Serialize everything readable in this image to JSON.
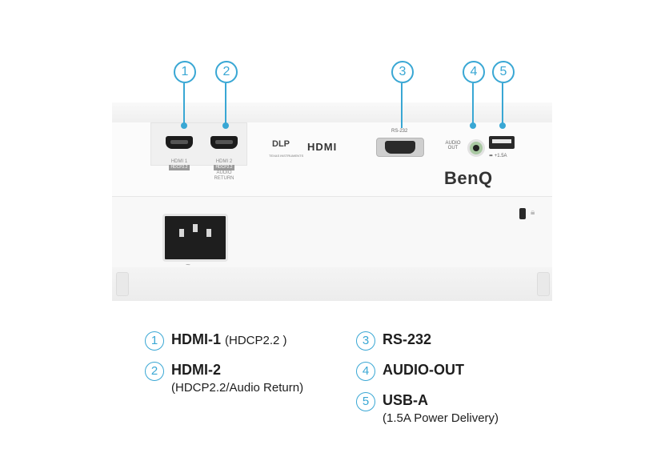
{
  "callouts": [
    {
      "num": "1"
    },
    {
      "num": "2"
    },
    {
      "num": "3"
    },
    {
      "num": "4"
    },
    {
      "num": "5"
    }
  ],
  "device": {
    "brand": "BenQ",
    "hdmi1_label": "HDMI 1",
    "hdmi1_tag": "HDCP2.2",
    "hdmi2_label": "HDMI 2",
    "hdmi2_tag": "HDCP2.2",
    "hdmi2_sub1": "AUDIO",
    "hdmi2_sub2": "RETURN",
    "rs232_label": "RS-232",
    "audio_label_1": "AUDIO",
    "audio_label_2": "OUT",
    "usb_label": "+1.5A",
    "dlp_logo": "DLP",
    "dlp_sub": "TEXAS INSTRUMENTS",
    "hdmi_logo": "HDMI",
    "power_symbol": "~"
  },
  "legend": [
    {
      "num": "1",
      "title": "HDMI-1",
      "note": "(HDCP2.2 )"
    },
    {
      "num": "2",
      "title": "HDMI-2",
      "note": "(HDCP2.2/Audio Return)"
    },
    {
      "num": "3",
      "title": "RS-232",
      "note": ""
    },
    {
      "num": "4",
      "title": "AUDIO-OUT",
      "note": ""
    },
    {
      "num": "5",
      "title": "USB-A",
      "note": "(1.5A Power Delivery)"
    }
  ],
  "colors": {
    "accent": "#39a7d4",
    "body": "#f7f7f7",
    "text": "#1e1e1e"
  }
}
